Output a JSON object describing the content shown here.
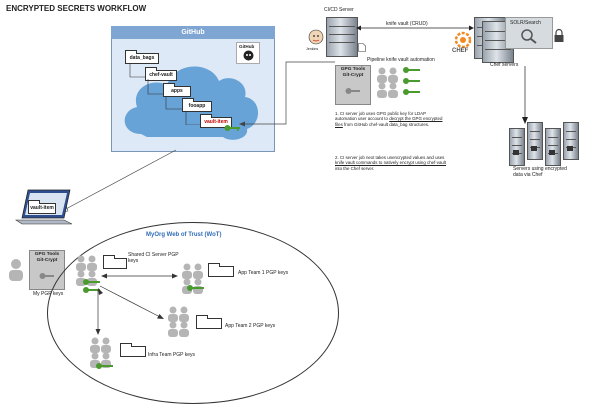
{
  "title": "ENCRYPTED SECRETS WORKFLOW",
  "github": {
    "header": "GitHub",
    "logo_text": "GitHub",
    "folders": [
      "data_bags",
      "chef-vault",
      "apps",
      "fooapp",
      "vault-item"
    ]
  },
  "ci": {
    "server_label": "CI/CD Server",
    "jenkins_label": "Jenkins",
    "pipeline_label": "Pipeline knife vault automation",
    "gpg_box": "GPG Tools\nGit-Crypt",
    "note1_a": "1.  CI server job uses GPG public key for LDAP automation user account to",
    "note1_u": "decrypt the GPG encrypted files",
    "note1_b": "from GitHub chef-vault data_bag structures.",
    "note2_a": "2.  CI server job next takes unencrypted values and uses",
    "note2_u": "knife vault commands to natively encrypt using chef-vault",
    "note2_b": "into the Chef server."
  },
  "chef": {
    "arrow_label": "knife vault (CRUD)",
    "logo_text": "CHEF",
    "solr_label": "SOLR/Search",
    "servers_label": "Chef servers",
    "nodes_label": "Servers using encrypted data via Chef"
  },
  "laptop": {
    "vault_label": "vault-item",
    "gpg_box": "GPG Tools\nGit-Crypt",
    "my_keys": "My PGP keys"
  },
  "wot": {
    "title": "MyOrg Web of Trust (WoT)",
    "shared": "Shared CI Server PGP keys",
    "app1": "App Team 1 PGP keys",
    "app2": "App Team 2 PGP keys",
    "infra": "Infra Team PGP keys"
  },
  "colors": {
    "cloud": "#5b9bd5",
    "github_header": "#7fa6d2",
    "key": "#4a9a2e",
    "vault_item_text": "#c00000"
  }
}
